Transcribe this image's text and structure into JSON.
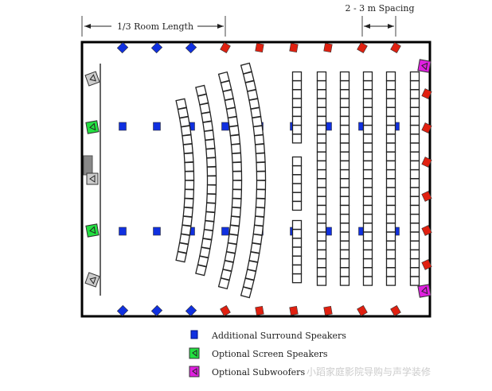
{
  "annotations": {
    "room_third": "1/3 Room Length",
    "spacing": "2 - 3 m Spacing"
  },
  "legend": [
    {
      "label": "Additional Surround Speakers",
      "icon": "blue-square-speaker-icon",
      "color": "#1030e0"
    },
    {
      "label": "Optional Screen Speakers",
      "icon": "green-speaker-icon",
      "color": "#22e040"
    },
    {
      "label": "Optional Subwoofers",
      "icon": "magenta-subwoofer-icon",
      "color": "#e020e0"
    }
  ],
  "colors": {
    "surround_blue": "#1030e0",
    "surround_red": "#e02010",
    "screen_green": "#22e040",
    "subwoofer": "#e020e0",
    "main_speaker_gray": "#cccccc"
  },
  "watermark": "小蹈家庭影院导购与声学装修"
}
